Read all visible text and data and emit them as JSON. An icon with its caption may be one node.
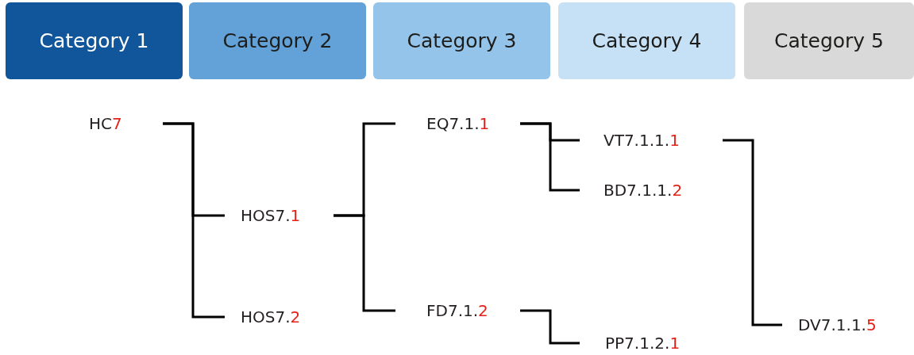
{
  "diagram": {
    "nodes": [
      {
        "text": [
          "Category 1"
        ]
      },
      {
        "text": [
          "Category 2"
        ]
      },
      {
        "text": [
          "Category 3"
        ]
      },
      {
        "text": [
          "Category 4"
        ]
      },
      {
        "text": [
          "Category 5"
        ]
      },
      {
        "text": [
          "HC7"
        ]
      },
      {
        "text": [
          "HOS7.1"
        ]
      },
      {
        "text": [
          "HOS7.2"
        ]
      },
      {
        "text": [
          "EQ7.1.1"
        ]
      },
      {
        "text": [
          "FD7.1.2"
        ]
      },
      {
        "text": [
          "VT7.1.1.1"
        ]
      },
      {
        "text": [
          "BD7.1.1.2"
        ]
      },
      {
        "text": [
          "PP7.1.2.1"
        ]
      },
      {
        "text": [
          "DV7.1.1.5"
        ]
      }
    ],
    "edges": [
      {
        "from": 5,
        "to": 6,
        "arrow": "none"
      },
      {
        "from": 5,
        "to": 7,
        "arrow": "none"
      },
      {
        "from": 6,
        "to": 8,
        "arrow": "none"
      },
      {
        "from": 6,
        "to": 9,
        "arrow": "none"
      },
      {
        "from": 8,
        "to": 10,
        "arrow": "none"
      },
      {
        "from": 8,
        "to": 11,
        "arrow": "none"
      },
      {
        "from": 9,
        "to": 12,
        "arrow": "none"
      },
      {
        "from": 10,
        "to": 13,
        "arrow": "none"
      }
    ]
  }
}
